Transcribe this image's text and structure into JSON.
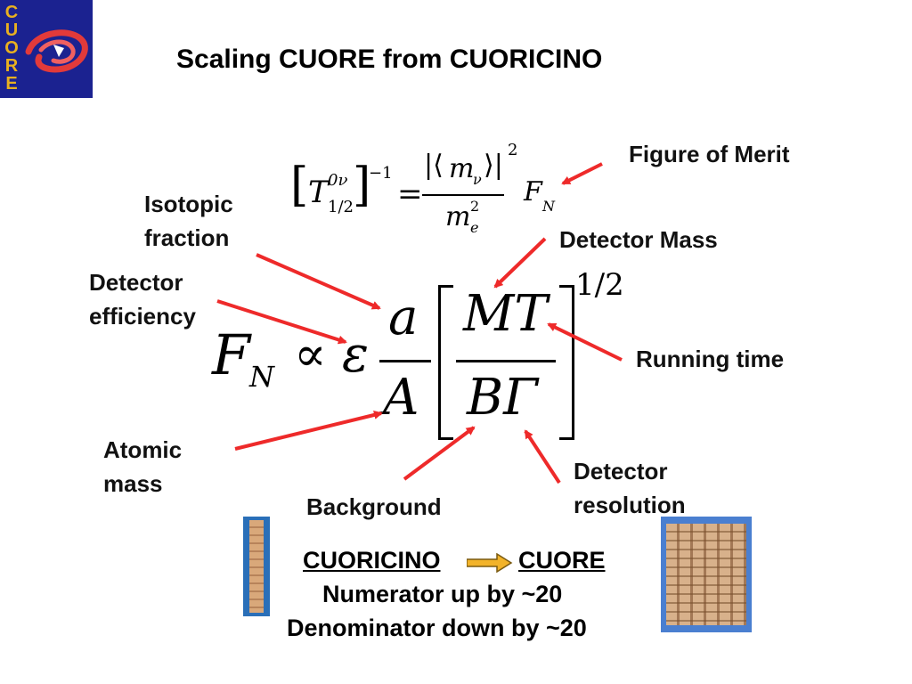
{
  "logo": {
    "letters": [
      "C",
      "U",
      "O",
      "R",
      "E"
    ],
    "bg": "#1b2290",
    "accent": "#e8b020",
    "emblem": "red-swirl-emblem"
  },
  "title": "Scaling CUORE from CUORICINO",
  "equation_top": {
    "T": "T",
    "sup_T": "0ν",
    "sub_T": "1/2",
    "outer_exp": "−1",
    "equals": "=",
    "m": "m",
    "m_sub": "ν",
    "num_exp": "2",
    "den": "m",
    "den_sup": "2",
    "den_sub": "e",
    "F": "F",
    "F_sub": "N"
  },
  "equation_main": {
    "F": "F",
    "F_sub": "N",
    "prop": "∝",
    "eps": "ε",
    "a": "a",
    "A": "A",
    "MT": "MT",
    "BG": "BΓ",
    "exponent": "1/2"
  },
  "labels": {
    "figure_of_merit": "Figure of Merit",
    "isotopic_1": "Isotopic",
    "isotopic_2": "fraction",
    "detector_mass": "Detector Mass",
    "efficiency_1": "Detector",
    "efficiency_2": "efficiency",
    "running_time": "Running time",
    "atomic_1": "Atomic",
    "atomic_2": "mass",
    "background": "Background",
    "resolution_1": "Detector",
    "resolution_2": "resolution"
  },
  "bottom": {
    "from": "CUORICINO",
    "to": "CUORE",
    "line2": "Numerator up by ~20",
    "line3": "Denominator down by ~20"
  },
  "colors": {
    "arrow": "#ee2a2a",
    "transition_arrow": "#f2b32a"
  }
}
